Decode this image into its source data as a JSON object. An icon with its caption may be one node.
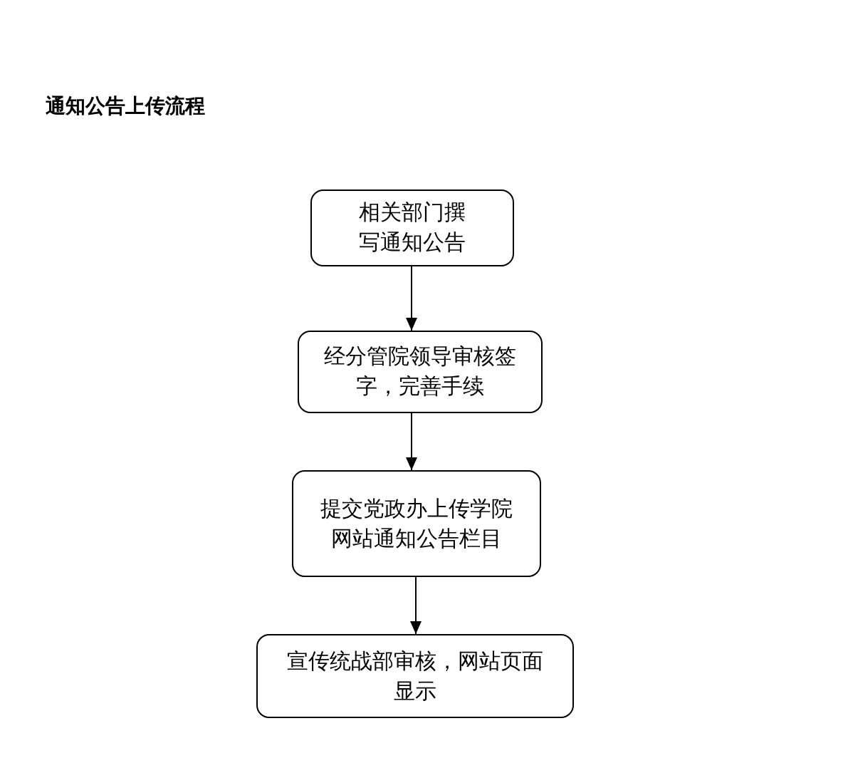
{
  "diagram": {
    "title": "通知公告上传流程",
    "nodes": [
      {
        "text": [
          "相关部门撰写通知公告"
        ]
      },
      {
        "text": [
          "经分管院领导审核签字，完善手续"
        ]
      },
      {
        "text": [
          "提交党政办上传学院网站通知公告栏目"
        ]
      },
      {
        "text": [
          "宣传统战部审核，网站页面显示"
        ]
      }
    ],
    "edges": [
      {
        "from": 0,
        "to": 1,
        "arrow": "to"
      },
      {
        "from": 1,
        "to": 2,
        "arrow": "to"
      },
      {
        "from": 2,
        "to": 3,
        "arrow": "to"
      }
    ]
  }
}
